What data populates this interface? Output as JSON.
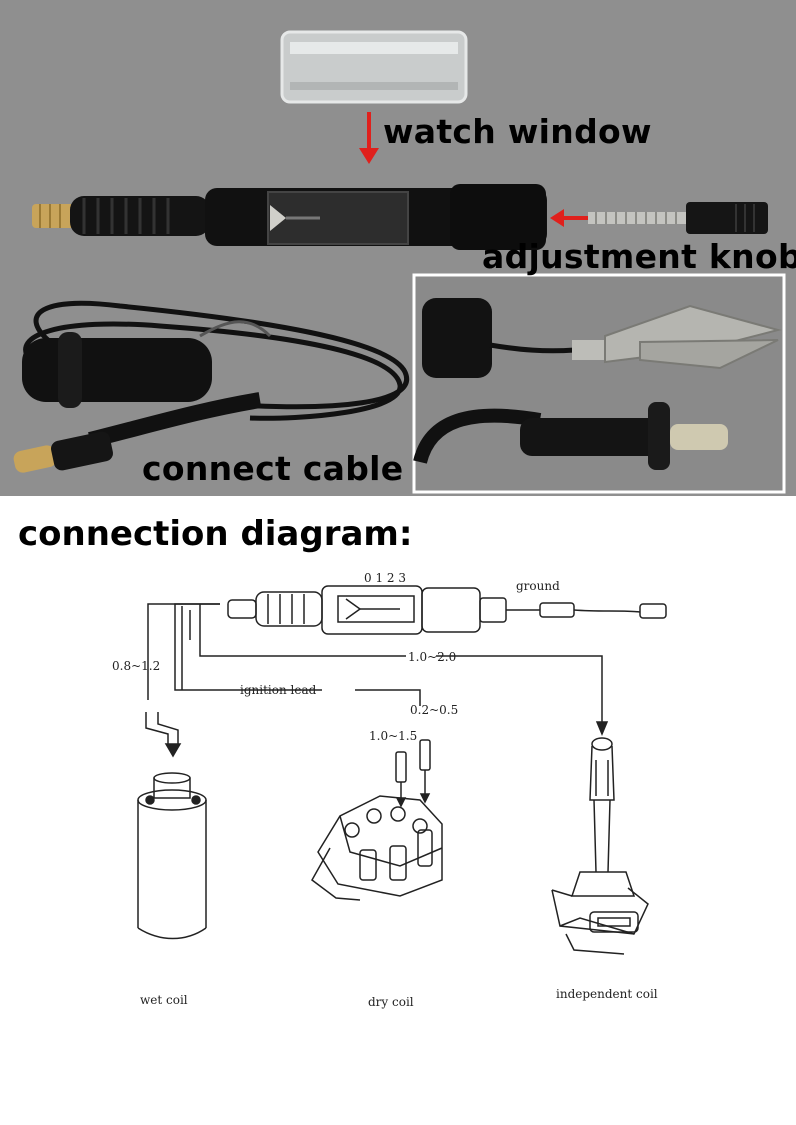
{
  "photo": {
    "labels": {
      "watch_window": "watch window",
      "adjustment_knob": "adjustment knob",
      "connect_cable": "connect cable"
    },
    "colors": {
      "background": "#8f8f8f",
      "arrow": "#e0201c",
      "tool": "#111111"
    }
  },
  "heading": "connection diagram:",
  "diagram": {
    "gap_scale": "0 1 2 3",
    "ground": "ground",
    "gap_wet_coil": "0.8~1.2",
    "ignition_lead": "ignition lead",
    "gap_lead": "0.2~0.5",
    "gap_dry_coil": "1.0~1.5",
    "gap_independent": "1.0~2.0",
    "wet_coil": "wet coil",
    "dry_coil": "dry coil",
    "independent_coil": "independent coil"
  }
}
